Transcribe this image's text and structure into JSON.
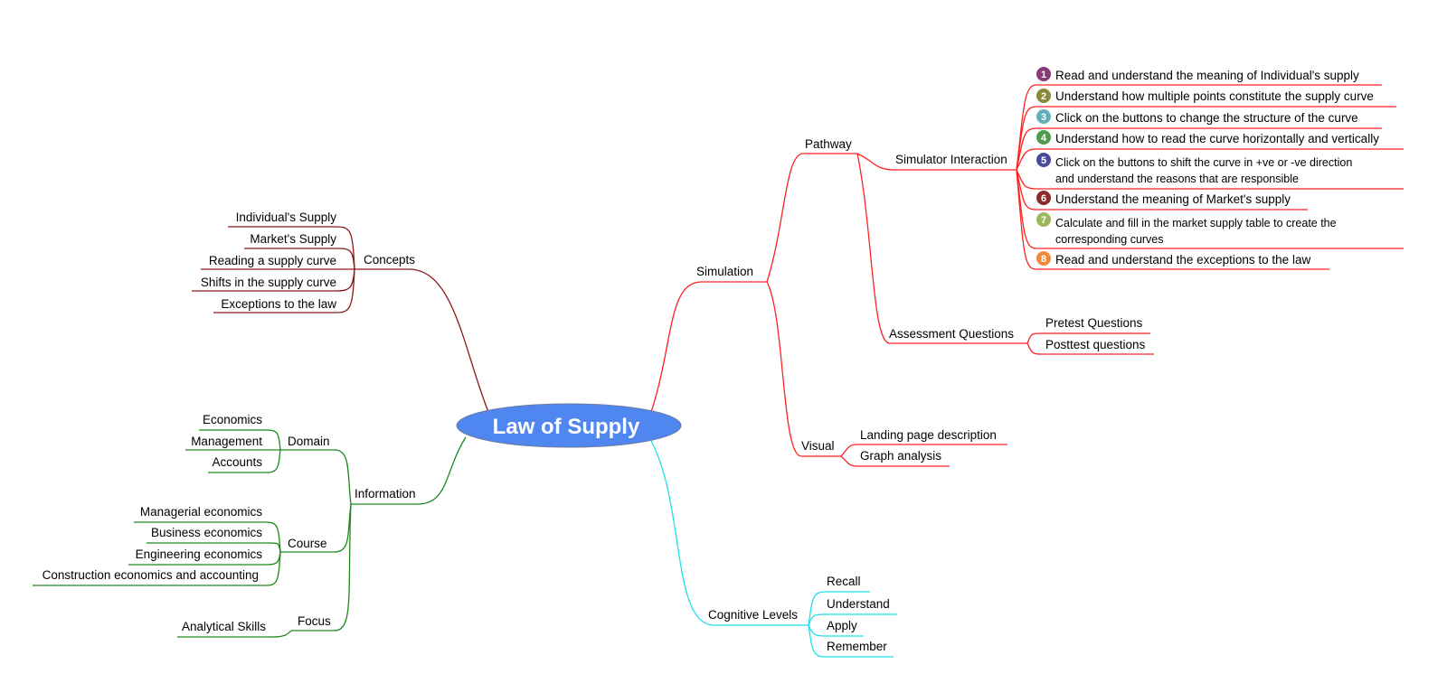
{
  "central_topic": "Law of Supply",
  "colors": {
    "central": "#4f86f0",
    "concepts": "#8b1a1a",
    "information": "#1a8a1a",
    "simulation": "#ff2020",
    "cognitive": "#22e0ea"
  },
  "concepts": {
    "label": "Concepts",
    "items": [
      "Individual's Supply",
      "Market's Supply",
      "Reading a supply curve",
      "Shifts in the supply curve",
      "Exceptions to the law"
    ]
  },
  "information": {
    "label": "Information",
    "domain": {
      "label": "Domain",
      "items": [
        "Economics",
        "Management",
        "Accounts"
      ]
    },
    "course": {
      "label": "Course",
      "items": [
        "Managerial economics",
        "Business economics",
        "Engineering economics",
        "Construction economics and accounting"
      ]
    },
    "focus": {
      "label": "Focus",
      "items": [
        "Analytical Skills"
      ]
    }
  },
  "simulation": {
    "label": "Simulation",
    "pathway": {
      "label": "Pathway",
      "simulator": {
        "label": "Simulator Interaction",
        "steps": [
          {
            "num": "1",
            "color": "#8a3a78",
            "lines": [
              "Read and understand the meaning of Individual's supply"
            ]
          },
          {
            "num": "2",
            "color": "#8a8a3a",
            "lines": [
              "Understand how multiple points constitute the supply curve"
            ]
          },
          {
            "num": "3",
            "color": "#5fb0b8",
            "lines": [
              "Click on the buttons to change the structure of the curve"
            ]
          },
          {
            "num": "4",
            "color": "#4f9a4f",
            "lines": [
              "Understand how to read the curve horizontally and vertically"
            ]
          },
          {
            "num": "5",
            "color": "#4a4a9a",
            "lines": [
              "Click on the buttons to shift the curve in +ve or -ve direction",
              "and understand the reasons that are responsible"
            ]
          },
          {
            "num": "6",
            "color": "#8a2a2a",
            "lines": [
              "Understand the meaning of Market's supply"
            ]
          },
          {
            "num": "7",
            "color": "#9ab85a",
            "lines": [
              "Calculate and fill in the market supply table to create the",
              "corresponding curves"
            ]
          },
          {
            "num": "8",
            "color": "#f08a3a",
            "lines": [
              "Read and understand the exceptions to the law"
            ]
          }
        ]
      },
      "assessment": {
        "label": "Assessment Questions",
        "items": [
          "Pretest Questions",
          "Posttest questions"
        ]
      }
    },
    "visual": {
      "label": "Visual",
      "items": [
        "Landing page description",
        "Graph analysis"
      ]
    }
  },
  "cognitive": {
    "label": "Cognitive Levels",
    "items": [
      "Recall",
      "Understand",
      "Apply",
      "Remember"
    ]
  }
}
